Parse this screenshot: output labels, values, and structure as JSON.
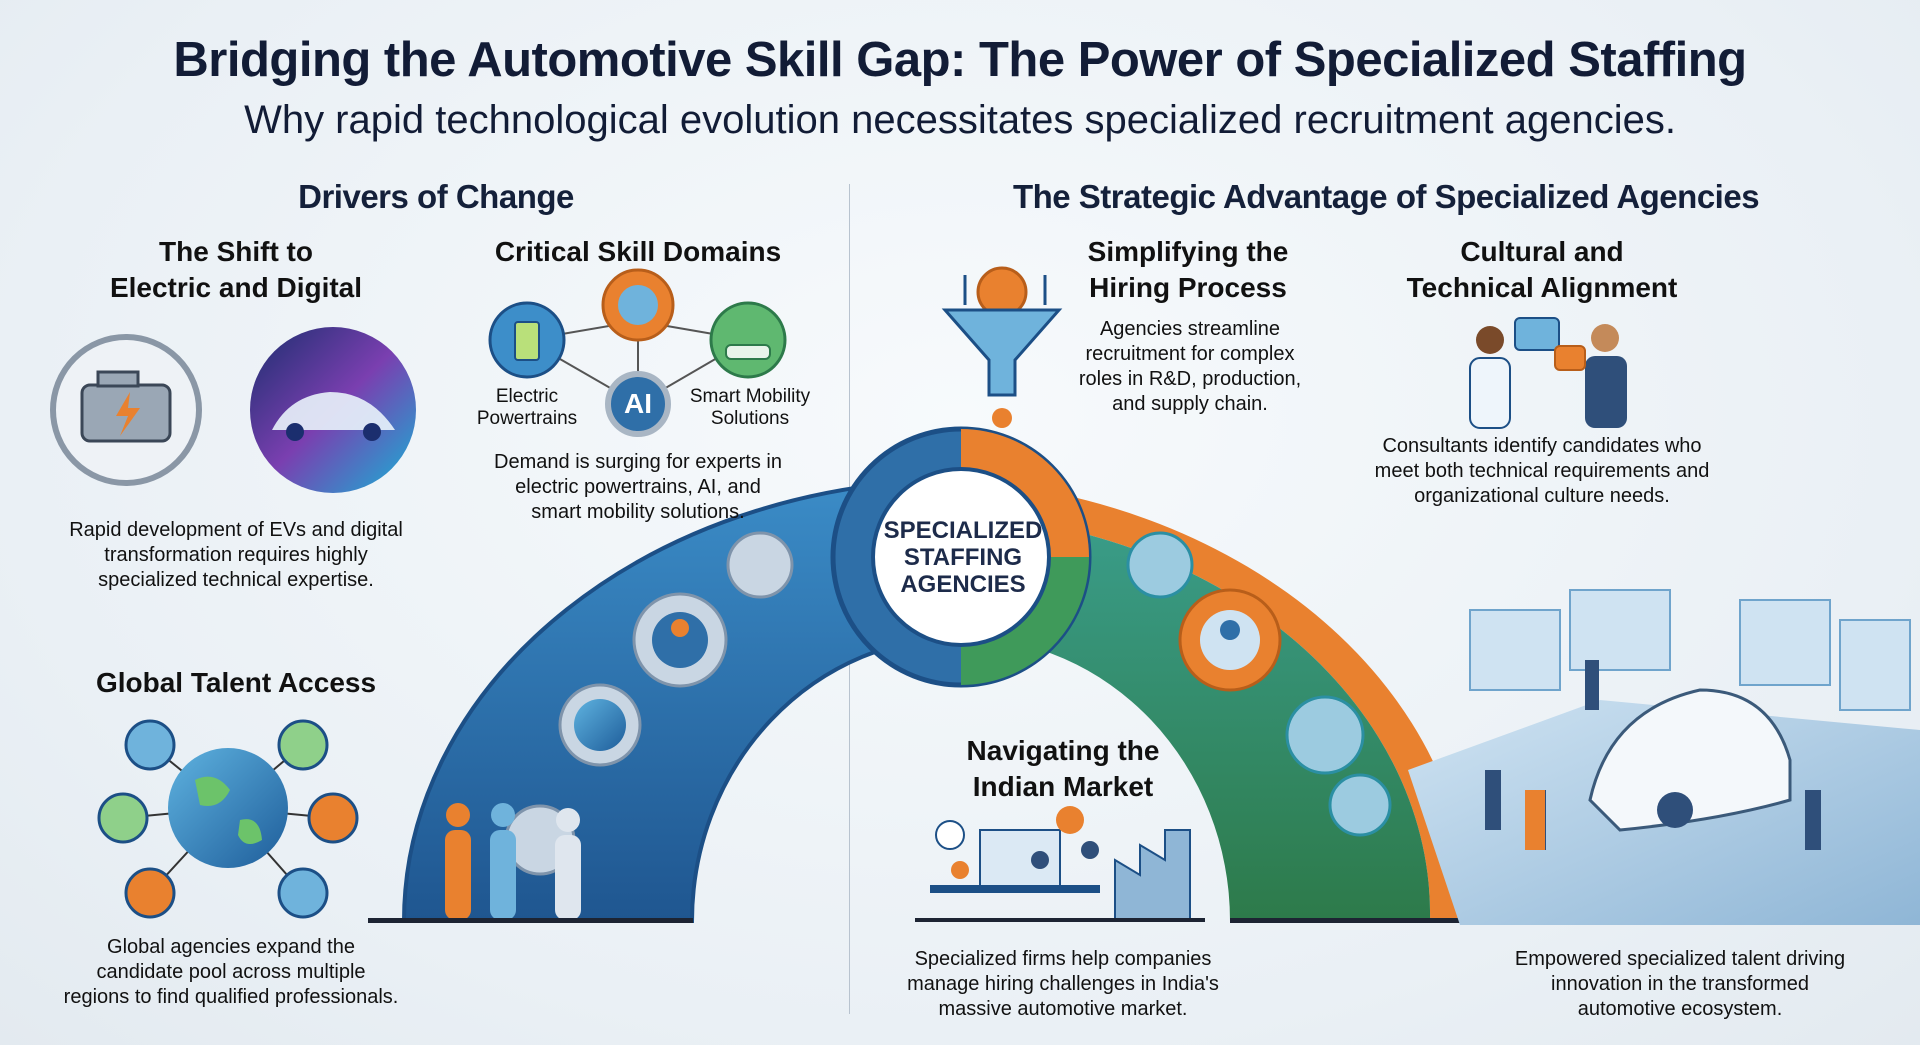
{
  "header": {
    "title": "Bridging the Automotive Skill Gap: The Power of Specialized Staffing",
    "subtitle": "Why rapid technological evolution necessitates specialized recruitment agencies."
  },
  "left_section": {
    "heading": "Drivers of Change",
    "shift": {
      "title_line1": "The Shift to",
      "title_line2": "Electric and Digital",
      "text": [
        "Rapid development of EVs and digital",
        "transformation requires highly",
        "specialized technical expertise."
      ]
    },
    "skills": {
      "title": "Critical Skill Domains",
      "node_electric_1": "Electric",
      "node_electric_2": "Powertrains",
      "node_ai": "AI",
      "node_mobility_1": "Smart Mobility",
      "node_mobility_2": "Solutions",
      "text": [
        "Demand is surging for experts in",
        "electric powertrains, AI, and",
        "smart mobility solutions."
      ]
    },
    "global": {
      "title": "Global Talent Access",
      "text": [
        "Global agencies expand the",
        "candidate pool across multiple",
        "regions to find qualified professionals."
      ]
    }
  },
  "hub": {
    "line1": "SPECIALIZED",
    "line2": "STAFFING",
    "line3": "AGENCIES"
  },
  "right_section": {
    "heading": "The Strategic Advantage of Specialized Agencies",
    "hiring": {
      "title_line1": "Simplifying the",
      "title_line2": "Hiring Process",
      "text": [
        "Agencies streamline",
        "recruitment for complex",
        "roles in R&D, production,",
        "and supply chain."
      ]
    },
    "cultural": {
      "title_line1": "Cultural and",
      "title_line2": "Technical Alignment",
      "text": [
        "Consultants identify candidates who",
        "meet both technical requirements and",
        "organizational culture needs."
      ]
    },
    "india": {
      "title_line1": "Navigating the",
      "title_line2": "Indian Market",
      "text": [
        "Specialized firms help companies",
        "manage hiring challenges in India's",
        "massive automotive market."
      ]
    },
    "ecosystem": {
      "text": [
        "Empowered specialized talent driving",
        "innovation in the transformed",
        "automotive ecosystem."
      ]
    }
  },
  "colors": {
    "navy": "#14203a",
    "blue": "#2f6fa8",
    "green": "#3f9a5a",
    "orange": "#e9812f",
    "teal": "#2b8fa3"
  }
}
